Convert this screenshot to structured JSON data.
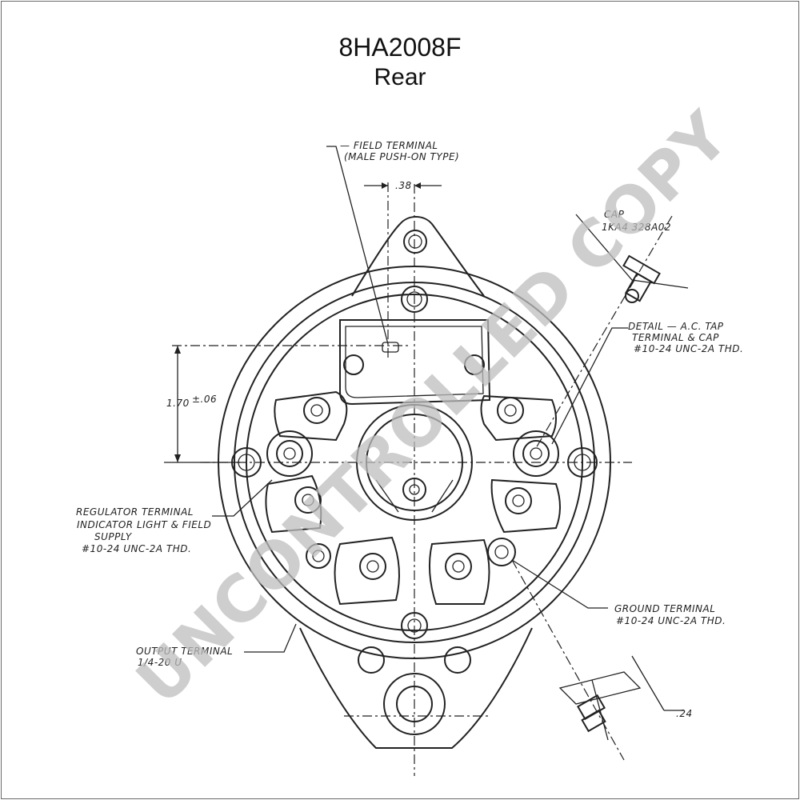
{
  "title": "8HA2008F",
  "subtitle": "Rear",
  "watermark": "UNCONTROLLED COPY",
  "labels": {
    "field_terminal": "— FIELD TERMINAL",
    "field_terminal_type": "(MALE PUSH-ON TYPE)",
    "dim_38": ".38",
    "dim_170": "1.70",
    "dim_170_tol": "±.06",
    "cap": "CAP",
    "cap_part": "1KA4 328A02",
    "detail_line1": "DETAIL — A.C. TAP",
    "detail_line2": "TERMINAL & CAP",
    "detail_line3": "#10-24 UNC-2A THD.",
    "regulator_line1": "REGULATOR TERMINAL",
    "regulator_line2": "INDICATOR LIGHT & FIELD",
    "regulator_line3": "SUPPLY",
    "regulator_line4": "#10-24 UNC-2A THD.",
    "ground_line1": "GROUND TERMINAL",
    "ground_line2": "#10-24 UNC-2A THD.",
    "output_line1": "OUTPUT TERMINAL",
    "output_line2": "1/4-20 U",
    "dim_24": ".24"
  },
  "colors": {
    "line": "#222222",
    "watermark": "#bdbdbd",
    "border": "#6a6a6a"
  }
}
